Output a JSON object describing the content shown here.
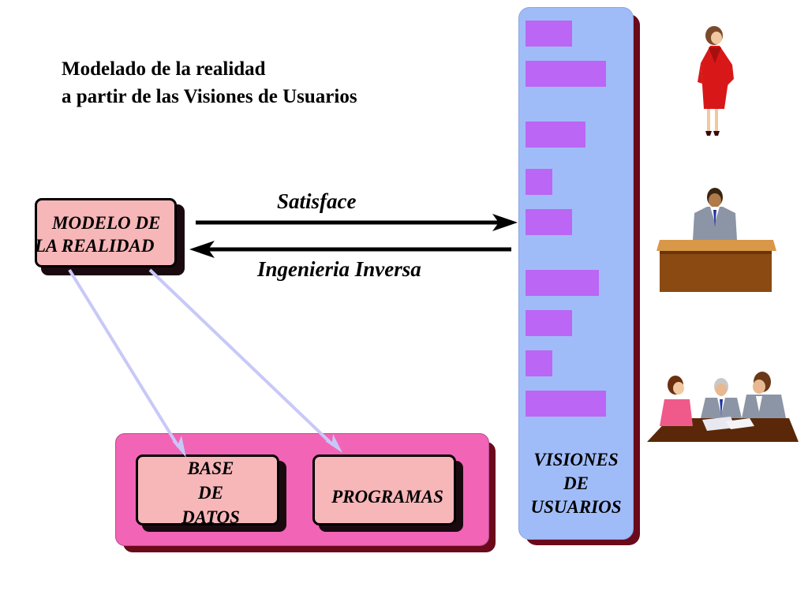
{
  "slide": {
    "title_line1": "Modelado de la realidad",
    "title_line2": "a partir de las Visiones de  Usuarios"
  },
  "boxes": {
    "modelo": {
      "line1": "MODELO DE",
      "line2": "LA REALIDAD"
    },
    "base": {
      "line1": "BASE",
      "line2": "DE",
      "line3": "DATOS"
    },
    "programas": {
      "label": "PROGRAMAS"
    },
    "visiones": {
      "line1": "VISIONES",
      "line2": "DE",
      "line3": "USUARIOS"
    }
  },
  "arrows": {
    "top_label": "Satisface",
    "bottom_label": "Ingenieria Inversa"
  },
  "icons": [
    "woman-standing-icon",
    "man-at-desk-icon",
    "business-meeting-icon"
  ],
  "colors": {
    "model_box_fill": "#f7b6b8",
    "container_fill": "#f264b6",
    "column_fill": "#a0bcf8",
    "column_bar_fill": "#bb66f5",
    "shadow": "#6a0a1a",
    "connector_arrow": "#c8c8f8"
  }
}
